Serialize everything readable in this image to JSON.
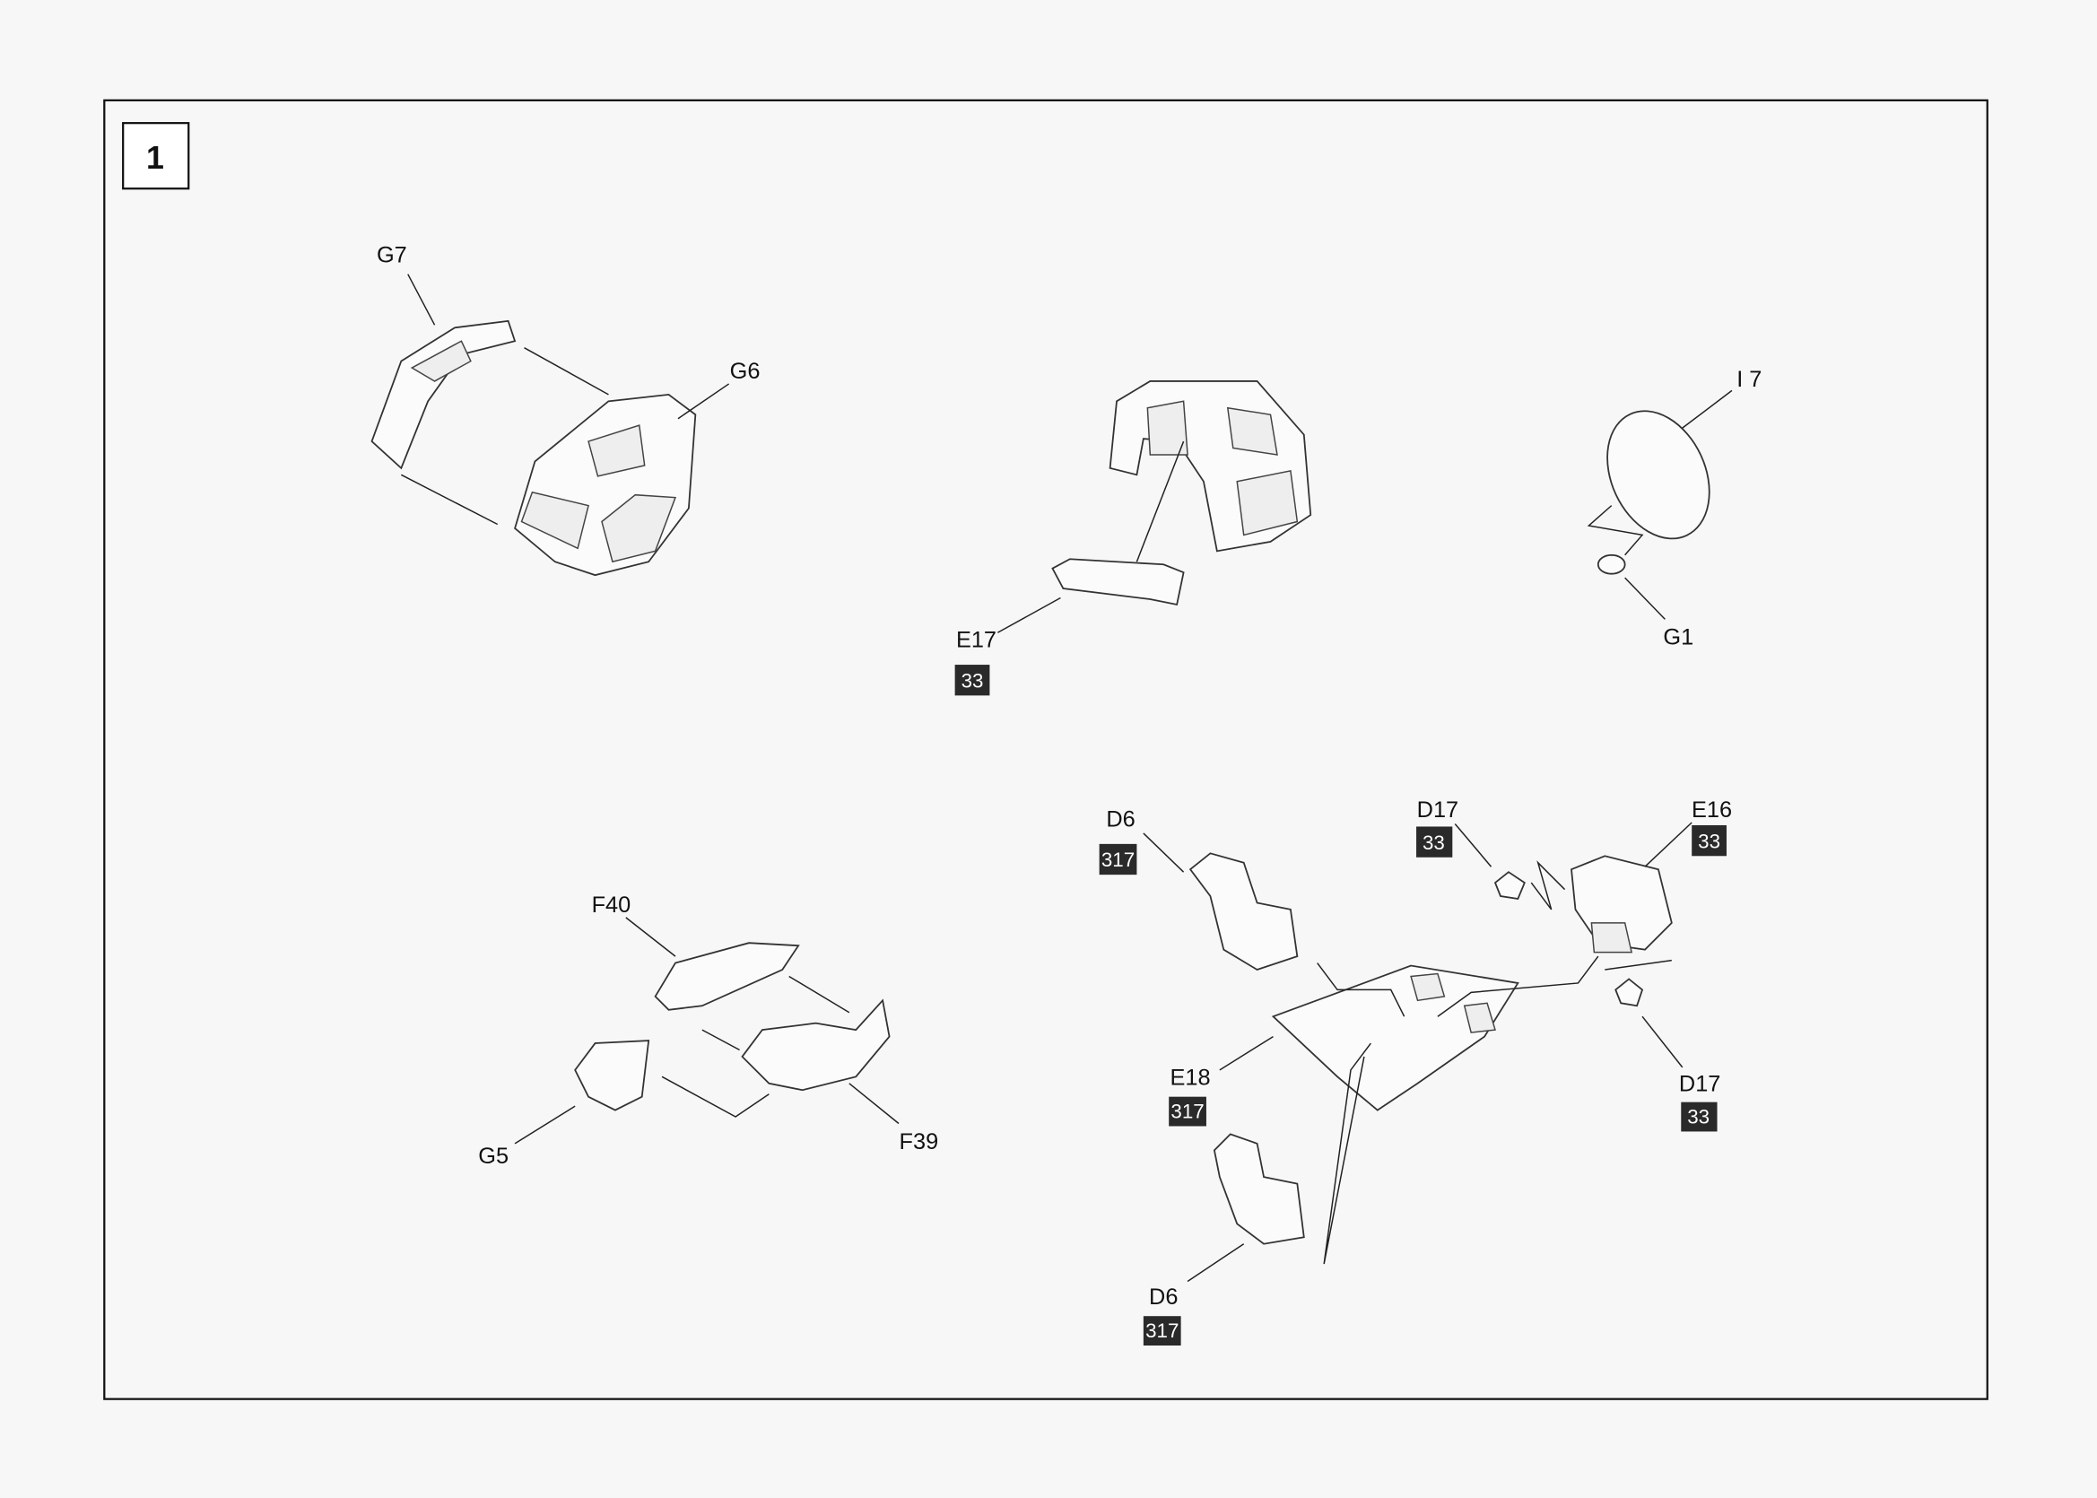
{
  "step": {
    "number": "1"
  },
  "colors": {
    "paint_badge_bg": "#2a2a2a",
    "line": "#222222",
    "paper": "#f7f7f7"
  },
  "labels": {
    "g7": "G7",
    "g6": "G6",
    "e17": "E17",
    "i7": "I 7",
    "g1": "G1",
    "d6_top": "D6",
    "d17_top": "D17",
    "e16": "E16",
    "f40": "F40",
    "g5": "G5",
    "f39": "F39",
    "e18": "E18",
    "d17_bottom": "D17",
    "d6_bottom": "D6"
  },
  "paint_codes": {
    "e17": "33",
    "d6_top": "317",
    "d17_top": "33",
    "e16": "33",
    "e18": "317",
    "d17_bottom": "33",
    "d6_bottom": "317"
  }
}
